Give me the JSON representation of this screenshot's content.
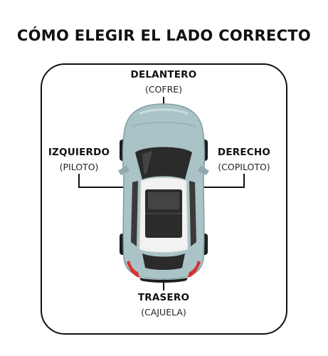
{
  "title": "CÓMO ELEGIR EL LADO CORRECTO",
  "labels": {
    "front": {
      "main": "DELANTERO",
      "sub": "(COFRE)"
    },
    "left": {
      "main": "IZQUIERDO",
      "sub": "(PILOTO)"
    },
    "right": {
      "main": "DERECHO",
      "sub": "(COPILOTO)"
    },
    "rear": {
      "main": "TRASERO",
      "sub": "(CAJUELA)"
    }
  },
  "colors": {
    "car_body": "#a9c3c6",
    "roof": "#f2f2f2",
    "glass": "#2b2b2b",
    "tail_light": "#d8312f",
    "frame": "#111111"
  }
}
